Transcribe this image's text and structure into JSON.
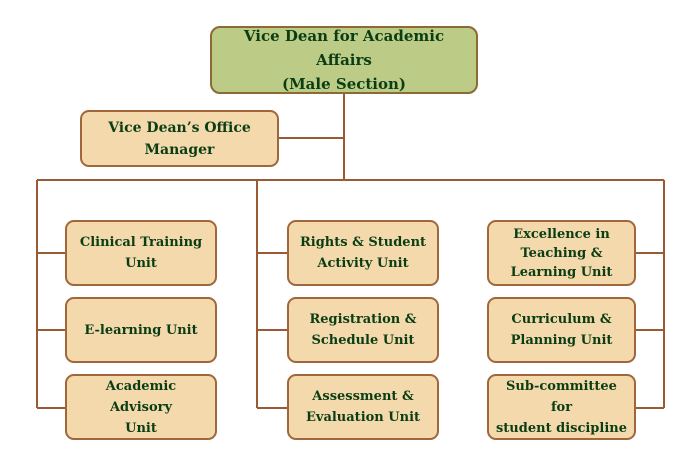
{
  "root": {
    "line1": "Vice Dean for Academic Affairs",
    "line2": "(Male Section)"
  },
  "manager": {
    "line1": "Vice Dean’s Office",
    "line2": "Manager"
  },
  "left_units": [
    {
      "lines": [
        "Clinical Training",
        "Unit"
      ]
    },
    {
      "lines": [
        "E-learning Unit"
      ]
    },
    {
      "lines": [
        "Academic Advisory",
        "Unit"
      ]
    }
  ],
  "middle_units": [
    {
      "lines": [
        "Rights & Student",
        "Activity Unit"
      ]
    },
    {
      "lines": [
        "Registration &",
        "Schedule Unit"
      ]
    },
    {
      "lines": [
        "Assessment &",
        "Evaluation Unit"
      ]
    }
  ],
  "right_units": [
    {
      "lines": [
        "Excellence in",
        "Teaching &",
        "Learning Unit"
      ]
    },
    {
      "lines": [
        "Curriculum &",
        "Planning Unit"
      ]
    },
    {
      "lines": [
        "Sub-committee for",
        "student discipline"
      ]
    }
  ],
  "colors": {
    "root_fill": "#bccb86",
    "box_fill": "#f3d9ab",
    "box_border": "#a0673d",
    "text": "#0b3d14",
    "connector": "#9a5a33"
  }
}
